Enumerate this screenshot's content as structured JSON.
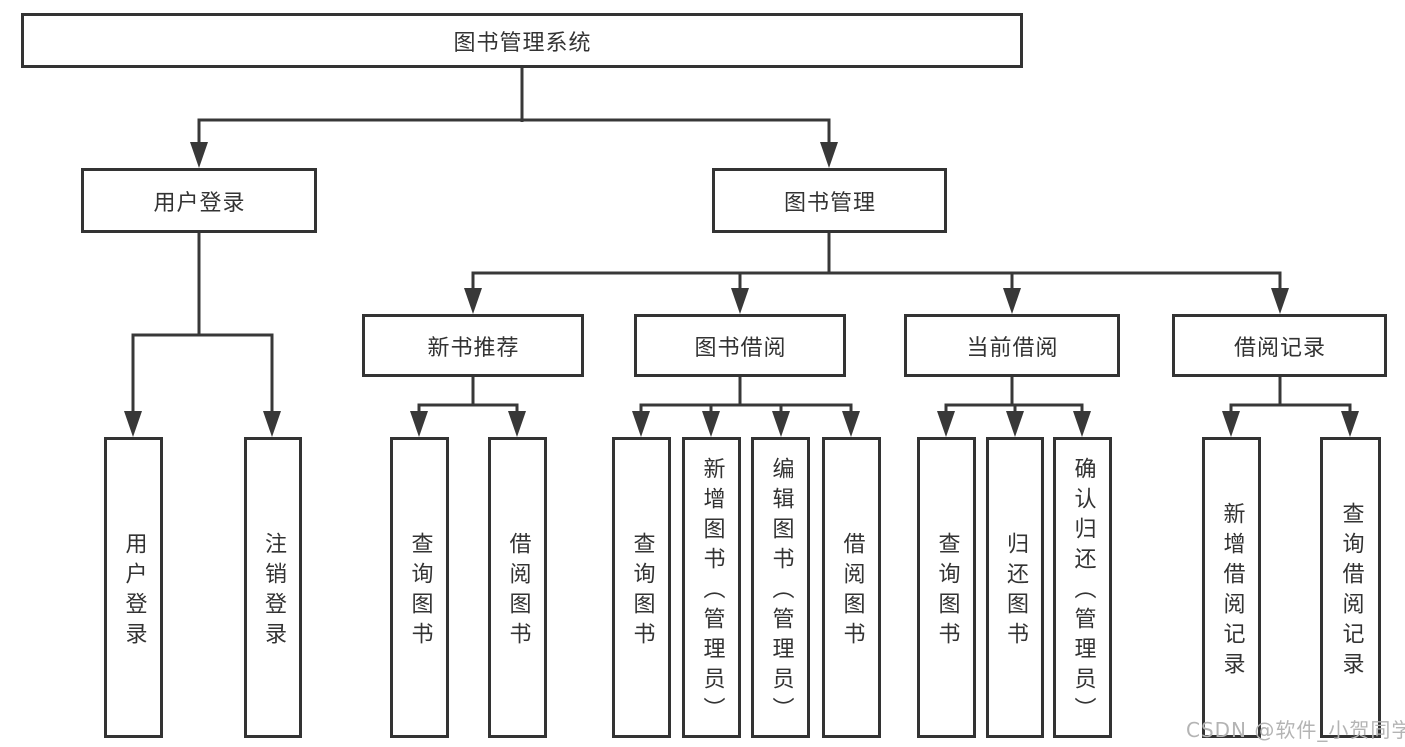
{
  "diagram": {
    "root": {
      "label": "图书管理系统"
    },
    "branches": {
      "userLogin": {
        "label": "用户登录"
      },
      "bookManagement": {
        "label": "图书管理"
      }
    },
    "modules": {
      "newBookRecommend": {
        "label": "新书推荐"
      },
      "bookBorrow": {
        "label": "图书借阅"
      },
      "currentBorrow": {
        "label": "当前借阅"
      },
      "borrowRecord": {
        "label": "借阅记录"
      }
    },
    "leaves": {
      "userLoginLeaf": {
        "label": "用户登录"
      },
      "logoutLeaf": {
        "label": "注销登录"
      },
      "recQueryBook": {
        "label": "查询图书"
      },
      "recBorrowBook": {
        "label": "借阅图书"
      },
      "bbQueryBook": {
        "label": "查询图书"
      },
      "bbAddBook": {
        "label": "新增图书（管理员）"
      },
      "bbEditBook": {
        "label": "编辑图书（管理员）"
      },
      "bbBorrowBook": {
        "label": "借阅图书"
      },
      "cbQueryBook": {
        "label": "查询图书"
      },
      "cbReturnBook": {
        "label": "归还图书"
      },
      "cbConfirmReturn": {
        "label": "确认归还（管理员）"
      },
      "brAddRecord": {
        "label": "新增借阅记录"
      },
      "brQueryRecord": {
        "label": "查询借阅记录"
      }
    }
  },
  "watermark": {
    "text": "CSDN @软件_小贺同学"
  },
  "colors": {
    "line": "#383838",
    "border": "#333333",
    "text": "#333333",
    "watermark": "#b4b4b4",
    "background": "#ffffff"
  }
}
